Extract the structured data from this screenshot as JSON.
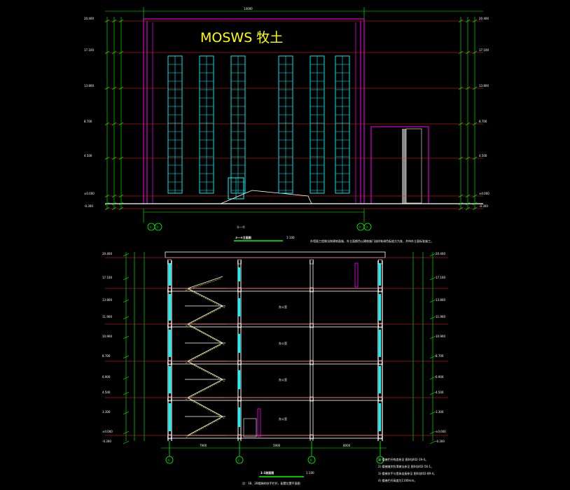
{
  "drawing": {
    "brand_sign": "MOSWS 牧土",
    "elevation": {
      "title": "⑤—④立面图",
      "scale": "1:100",
      "note": "外墙面工程做法按建筑面施，外立面颜色以建筑施门选样装调色板放方为准，并待外立面标准施工。",
      "level_labels": [
        "20.400",
        "17.100",
        "13.800",
        "8.700",
        "4.500",
        "±0.000",
        "-0.300"
      ],
      "axis_labels": [
        "Ⓐ",
        "Ⓓ",
        "Ⓓ",
        "Ⓐ"
      ],
      "axis_caption": "Ⓐ—Ⓓ",
      "span_label": "14000"
    },
    "section": {
      "title": "1-1剖面图",
      "scale": "1:100",
      "room_label": "办公室",
      "level_labels": [
        "20.400",
        "17.100",
        "13.800",
        "11.900",
        "10.900",
        "8.700",
        "6.900",
        "4.500",
        "3.300",
        "±0.000",
        "-0.300"
      ],
      "axis_labels": [
        "Ⓓ",
        "Ⓒ",
        "Ⓑ",
        "Ⓐ"
      ],
      "bottom_dims": [
        "7900",
        "5900",
        "8000"
      ],
      "caption": "注：1B、2B楼梯的扶手栏杆，配置位置平面图",
      "notes": [
        "1) 楼梯栏杆构造参见 图04J402-19-4。",
        "2) 楼梯踏步防滑做法参见 图04J402-56-1。",
        "3) 楼梯扶手与墙体连接参见 图04J402-89-4。",
        "4) 楼梯栏杆高度为1100mm。"
      ]
    }
  }
}
